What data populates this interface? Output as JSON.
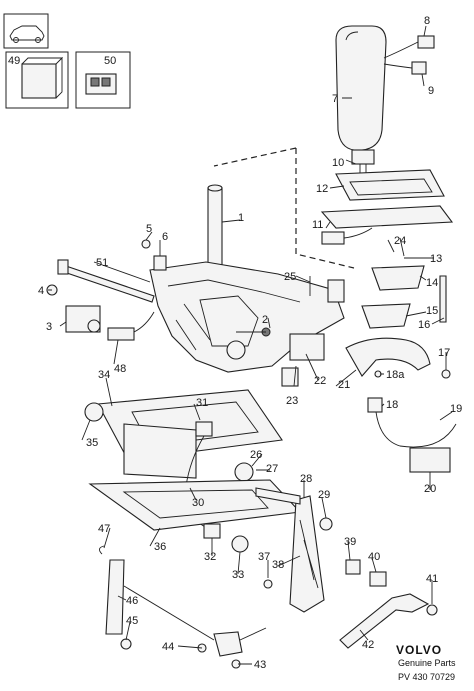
{
  "callouts": {
    "c1": "1",
    "c2": "2",
    "c3": "3",
    "c4": "4",
    "c5": "5",
    "c6": "6",
    "c7": "7",
    "c8": "8",
    "c9": "9",
    "c10": "10",
    "c11": "11",
    "c12": "12",
    "c13": "13",
    "c14": "14",
    "c15": "15",
    "c16": "16",
    "c17": "17",
    "c18": "18",
    "c18a": "18a",
    "c19": "19",
    "c20": "20",
    "c21": "21",
    "c22": "22",
    "c23": "23",
    "c24": "24",
    "c25": "25",
    "c26": "26",
    "c27": "27",
    "c28": "28",
    "c29": "29",
    "c30": "30",
    "c31": "31",
    "c32": "32",
    "c33": "33",
    "c34": "34",
    "c35": "35",
    "c36": "36",
    "c37": "37",
    "c38": "38",
    "c39": "39",
    "c40": "40",
    "c41": "41",
    "c42": "42",
    "c43": "43",
    "c44": "44",
    "c45": "45",
    "c46": "46",
    "c47": "47",
    "c48": "48",
    "c49": "49",
    "c50": "50",
    "c51": "51"
  },
  "branding": {
    "brand": "VOLVO",
    "subtitle": "Genuine Parts",
    "reference": "PV 430 70729"
  }
}
